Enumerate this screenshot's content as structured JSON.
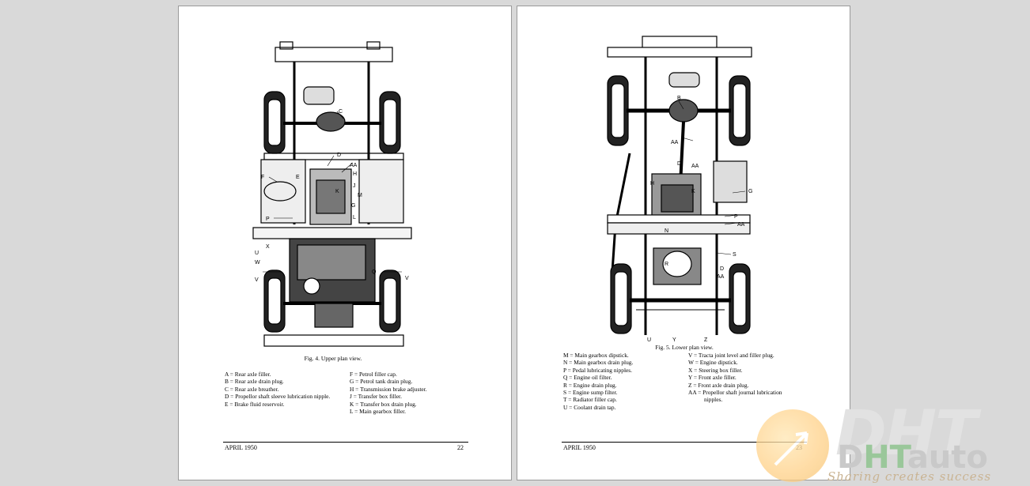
{
  "pages": [
    {
      "figure_caption": "Fig. 4. Upper plan view.",
      "callouts": [
        "C",
        "D",
        "AA",
        "F",
        "E",
        "H",
        "K",
        "J",
        "M",
        "G",
        "P",
        "L",
        "X",
        "U",
        "W",
        "V",
        "Q",
        "V"
      ],
      "legend_left": [
        "A = Rear axle filler.",
        "B = Rear axle drain plug.",
        "C = Rear axle breather.",
        "D = Propellor shaft sleeve lubrication nipple.",
        "E = Brake fluid reservoir."
      ],
      "legend_right": [
        "F = Petrol filler cap.",
        "G = Petrol tank drain plug.",
        "H = Transmission brake adjuster.",
        "J = Transfer box filler.",
        "K = Transfer box drain plug.",
        "L = Main gearbox filler."
      ],
      "footer_date": "APRIL 1950",
      "page_number": "22"
    },
    {
      "figure_caption": "Fig. 5. Lower plan view.",
      "callouts": [
        "B",
        "AA",
        "D",
        "AA",
        "H",
        "K",
        "G",
        "P",
        "AA",
        "N",
        "R",
        "S",
        "D",
        "AA",
        "U",
        "Y",
        "Z"
      ],
      "legend_left": [
        "M = Main gearbox dipstick.",
        "N = Main gearbox drain plug.",
        "P = Pedal lubricating nipples.",
        "Q = Engine oil filter.",
        "R = Engine drain plug.",
        "S = Engine sump filter.",
        "T = Radiator filler cap.",
        "U = Coolant drain tap."
      ],
      "legend_right": [
        "V = Tracta joint level and filler plug.",
        "W = Engine dipstick.",
        "X = Steering box filler.",
        "Y = Front axle filler.",
        "Z = Front axle drain plug.",
        "AA = Propellor shaft journal lubrication",
        "nipples."
      ],
      "footer_date": "APRIL 1950",
      "page_number": "23"
    }
  ],
  "watermark": {
    "letters": "DHT",
    "brand_prefix": "D",
    "brand_accent": "HT",
    "brand_suffix": "auto",
    "slogan": "Sharing creates success",
    "colors": {
      "circle": "#ffd28a",
      "letters": "#e2e2e2",
      "accent": "#9ac79a"
    }
  }
}
